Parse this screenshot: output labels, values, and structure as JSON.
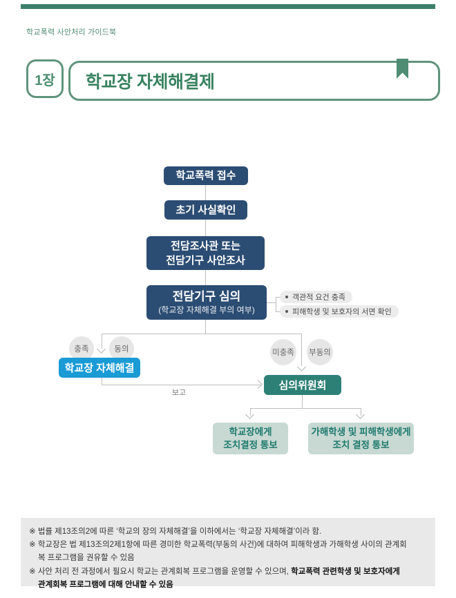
{
  "page": {
    "guidebook_label": "학교폭력 사안처리 가이드북",
    "chapter_badge": "1장",
    "chapter_title": "학교장 자체해결제"
  },
  "colors": {
    "accent_green": "#5f947c",
    "title_green": "#38825f",
    "navy_box": "#2c4d73",
    "bright_blue_box": "#1a9bd5",
    "teal_box": "#2d8075",
    "sage_box": "#c7d9d2",
    "sage_text": "#1f7a6e",
    "connector_gray": "#bdbdbd",
    "footnote_bg": "#e9e9e9"
  },
  "flow": {
    "box_receipt": "학교폭력 접수",
    "box_initial": "초기 사실확인",
    "box_invest_line1": "전담조사관 또는",
    "box_invest_line2": "전담기구 사안조사",
    "box_review_line1": "전담기구 심의",
    "box_review_line2": "(학교장 자체해결 부의 여부)",
    "note_pills": [
      "객관적 요건 충족",
      "피해학생 및 보호자의 서면 확인"
    ],
    "cond_left": [
      "충족",
      "동의"
    ],
    "cond_right": [
      "미충족",
      "부동의"
    ],
    "box_self_resolution": "학교장 자체해결",
    "report_label": "보고",
    "box_committee": "심의위원회",
    "result_left_line1": "학교장에게",
    "result_left_line2": "조치결정 통보",
    "result_right_line1": "가해학생 및 피해학생에게",
    "result_right_line2": "조치 결정 통보"
  },
  "footnotes": {
    "note1": "※ 법률 제13조의2에 따른 ‘학교의 장의 자체해결’을 이하에서는 ‘학교장 자체해결’이라 함.",
    "note2_line1": "※ 학교장은 법 제13조의2제1항에 따른 경미한 학교폭력(부동의 사건)에 대하여 피해학생과 가해학생 사이의 관계회",
    "note2_line2": "복 프로그램을 권유할 수 있음",
    "note3_pre": "※ 사안 처리 전 과정에서 필요시 학교는 관계회복 프로그램을 운영할 수 있으며, ",
    "note3_bold1": "학교폭력 관련학생 및 보호자에게",
    "note3_bold2": "관계회복 프로그램에 대해 안내할 수 있음"
  }
}
